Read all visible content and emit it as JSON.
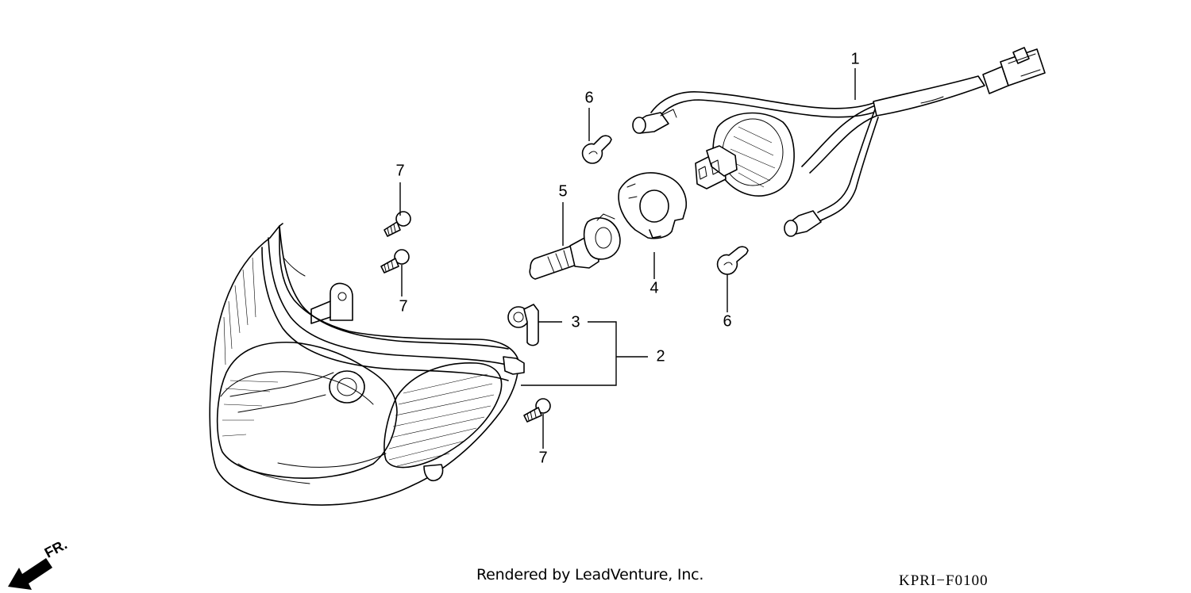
{
  "diagram": {
    "callouts": {
      "wire_harness": "1",
      "headlight_unit": "2",
      "socket": "3",
      "bulb_holder": "4",
      "headlight_bulb": "5",
      "position_bulb_upper": "6",
      "position_bulb_lower": "6",
      "screw_top_1": "7",
      "screw_top_2": "7",
      "screw_bottom": "7"
    },
    "direction_label": "FR.",
    "footer_credit": "Rendered by LeadVenture, Inc.",
    "diagram_code": "KPRI−F0100"
  }
}
